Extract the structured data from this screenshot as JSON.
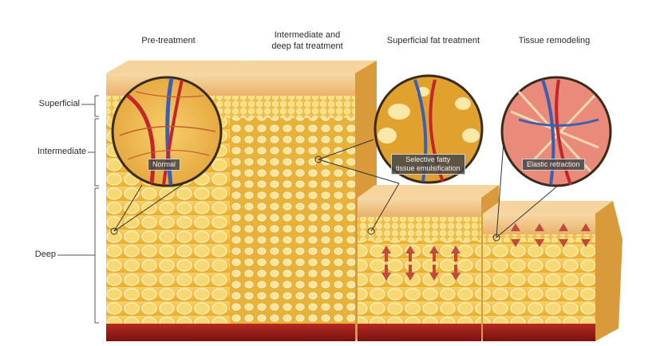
{
  "stages": {
    "pre_treatment": "Pre-treatment",
    "intermediate_deep": "Intermediate and\ndeep fat treatment",
    "superficial_fat": "Superficial fat treatment",
    "remodeling": "Tissue remodeling"
  },
  "layers": {
    "superficial": "Superficial",
    "intermediate": "Intermediate",
    "deep": "Deep"
  },
  "callouts": {
    "normal": "Normal",
    "emulsification_line1": "Selective fatty",
    "emulsification_line2": "tissue emulsification",
    "elastic": "Elastic retraction"
  },
  "colors": {
    "skin": "#f3c98a",
    "fat": "#f4c64a",
    "muscle": "#9e1b1b",
    "vein": "#3d5fb0",
    "artery": "#c2262b"
  }
}
